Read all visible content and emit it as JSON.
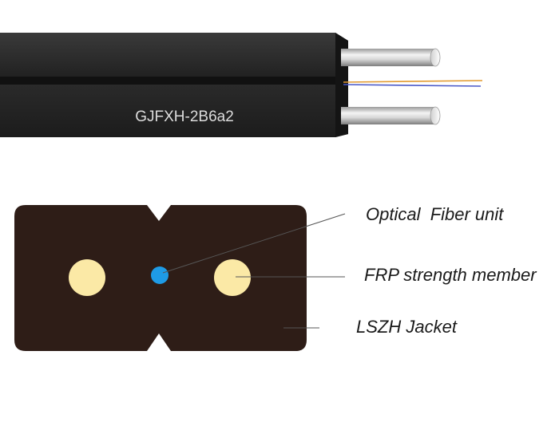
{
  "cable": {
    "print_text": "GJFXH-2B6a2",
    "jacket_color": "#262626",
    "jacket_top_color": "#2c2c2c",
    "fiber_colors": [
      "#e29a2f",
      "#4a59c8"
    ]
  },
  "cross_section": {
    "jacket_color": "#2e1d17",
    "strength_member_color": "#fbe9a6",
    "fiber_color": "#1e9be6",
    "labels": {
      "optical_fiber_unit": "Optical  Fiber unit",
      "frp_strength_member": "FRP strength member",
      "lszh_jacket": "LSZH Jacket"
    }
  }
}
